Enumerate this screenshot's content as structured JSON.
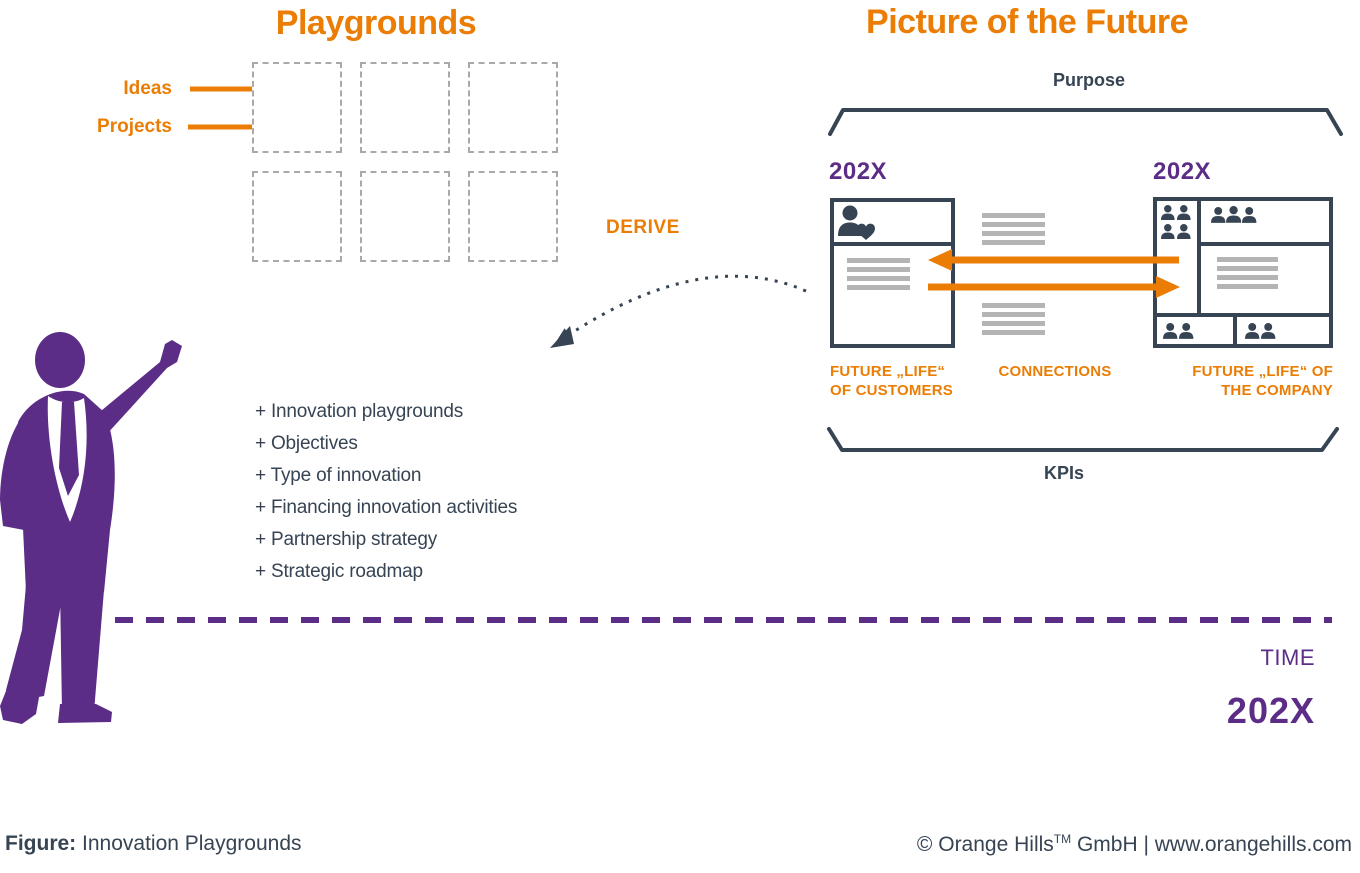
{
  "figure": {
    "playgrounds": {
      "title": "Playgrounds",
      "ideas_label": "Ideas",
      "projects_label": "Projects"
    },
    "derive": {
      "label": "DERIVE",
      "items": [
        "+ Innovation playgrounds",
        "+ Objectives",
        "+ Type of innovation",
        "+ Financing innovation activities",
        "+ Partnership strategy",
        "+ Strategic roadmap"
      ]
    },
    "future": {
      "title": "Picture of the Future",
      "purpose_label": "Purpose",
      "year_left": "202X",
      "year_right": "202X",
      "customers_caption": [
        "FUTURE „LIFE“",
        "OF CUSTOMERS"
      ],
      "connections_caption": "CONNECTIONS",
      "company_caption": [
        "FUTURE „LIFE“ OF",
        "THE  COMPANY"
      ],
      "kpis_label": "KPIs"
    },
    "timeline": {
      "time_label": "TIME",
      "year": "202X"
    },
    "footer": {
      "figure_label": "Figure:",
      "figure_caption": "Innovation Playgrounds",
      "brand": "© Orange Hills",
      "brand_tm": "TM",
      "brand_suffix": "GmbH | www.orangehills.com"
    },
    "colors": {
      "orange": "#EB7D05",
      "purple": "#5C2D87",
      "navy": "#374453",
      "gray_lines": "#B4B4B4",
      "gray_dashed": "#A9A9A9"
    }
  }
}
